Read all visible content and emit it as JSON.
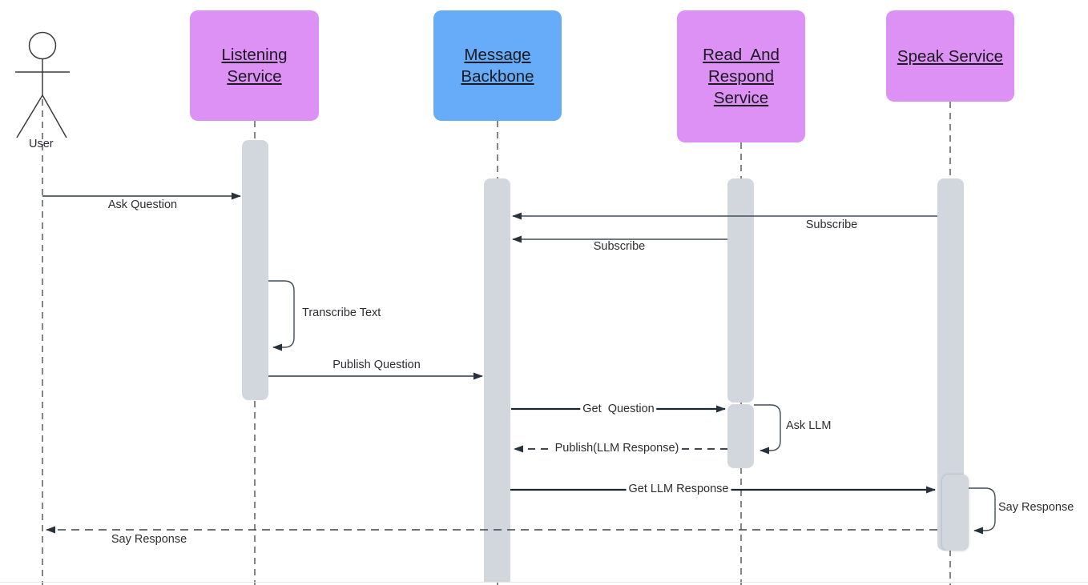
{
  "colors": {
    "purple": "#de91f4",
    "blue": "#66acf9",
    "activation": "#d2d7de",
    "line": "#414d59",
    "line-dark": "#1c2630",
    "arrowhead": "#28323c",
    "text": "#2d2d33",
    "title": "#1a1a20",
    "lifeline": "#4f4f4f"
  },
  "actor": {
    "label": "User"
  },
  "participants": [
    {
      "name": "listening-service",
      "label": "Listening Service",
      "lines": [
        "Listening",
        "Service"
      ],
      "color": "#de91f4"
    },
    {
      "name": "message-backbone",
      "label": "Message Backbone",
      "lines": [
        "Message",
        "Backbone"
      ],
      "color": "#66acf9"
    },
    {
      "name": "read-and-respond-service",
      "label": "Read  And Respond Service",
      "lines": [
        "Read  And",
        "Respond",
        "Service"
      ],
      "color": "#de91f4"
    },
    {
      "name": "speak-service",
      "label": "Speak Service",
      "lines": [
        "Speak Service"
      ],
      "color": "#de91f4"
    }
  ],
  "messages": {
    "ask_question": "Ask Question",
    "subscribe_speak": "Subscribe",
    "subscribe_read": "Subscribe",
    "transcribe_text": "Transcribe Text",
    "publish_question": "Publish Question",
    "get_question": "Get  Question",
    "ask_llm": "Ask LLM",
    "publish_llm_response": "Publish(LLM Response)",
    "get_llm_response": "Get LLM Response",
    "say_response_self": "Say Response",
    "say_response_return": "Say Response"
  }
}
